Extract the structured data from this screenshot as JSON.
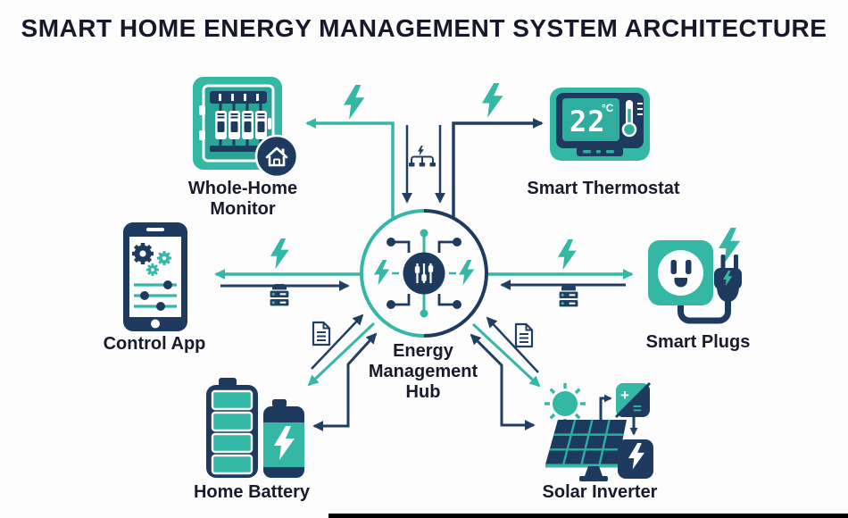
{
  "title": "SMART HOME ENERGY MANAGEMENT SYSTEM ARCHITECTURE",
  "hub": {
    "line1": "Energy",
    "line2": "Management",
    "line3": "Hub"
  },
  "nodes": {
    "monitor": {
      "line1": "Whole-Home",
      "line2": "Monitor"
    },
    "thermostat": {
      "label": "Smart Thermostat",
      "display_value": "22",
      "display_unit": "°C"
    },
    "app": {
      "label": "Control App"
    },
    "plugs": {
      "label": "Smart Plugs"
    },
    "battery": {
      "label": "Home Battery"
    },
    "solar": {
      "label": "Solar Inverter",
      "inverter_plus": "+",
      "inverter_equals": "="
    }
  },
  "colors": {
    "teal": "#35b7a5",
    "teal_deep": "#2aa496",
    "navy": "#1e3a5f",
    "arrow_navy": "#203f63",
    "ink": "#171b2b",
    "background": "#fdfdfd",
    "bottom_bar": "#000000"
  },
  "icons": {
    "hub": "sliders-circuit-icon",
    "monitor": "breaker-panel-home-icon",
    "thermostat": "thermostat-icon",
    "app": "smartphone-gears-icon",
    "plugs": "outlet-plug-icon",
    "battery": "battery-icon",
    "solar": "solar-panel-inverter-icon",
    "connector_glyphs": [
      "lightning-icon",
      "smart-meter-icon",
      "document-icon",
      "power-distribution-icon"
    ]
  }
}
